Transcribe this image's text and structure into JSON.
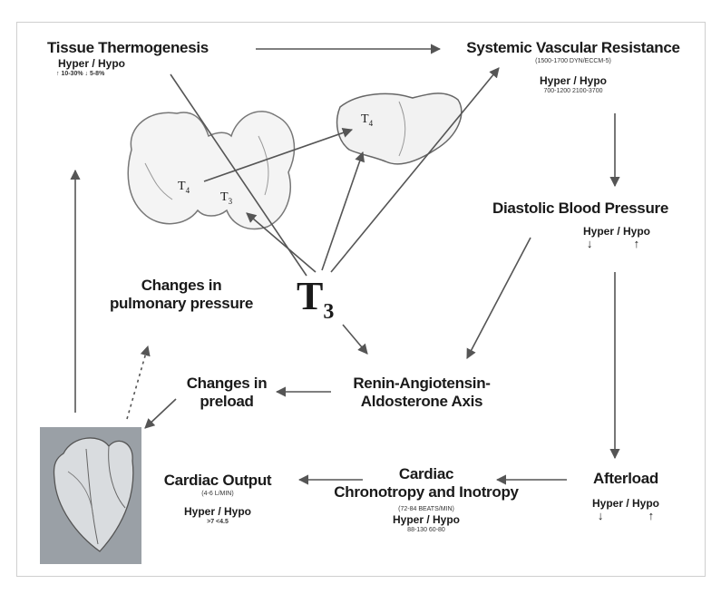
{
  "tissue": {
    "title": "Tissue Thermogenesis",
    "hyperhypo": "Hyper / Hypo",
    "values": "↑ 10-30%  ↓ 5-8%"
  },
  "svr": {
    "title": "Systemic Vascular Resistance",
    "units": "(1500-1700 DYN/ECCM-5)",
    "hyperhypo": "Hyper / Hypo",
    "values": "700-1200    2100-3700"
  },
  "dbp": {
    "title": "Diastolic Blood Pressure",
    "hyperhypo": "Hyper / Hypo",
    "up": "↓",
    "down": "↑"
  },
  "pulm": {
    "line1": "Changes in",
    "line2": "pulmonary pressure"
  },
  "preload": {
    "line1": "Changes in",
    "line2": "preload"
  },
  "raas": {
    "line1": "Renin-Angiotensin-",
    "line2": "Aldosterone Axis"
  },
  "co": {
    "title": "Cardiac Output",
    "units": "(4-6 L/MIN)",
    "hyperhypo": "Hyper / Hypo",
    "values": ">7        <4.5"
  },
  "chrono": {
    "line1": "Cardiac",
    "line2": "Chronotropy and Inotropy",
    "units": "(72-84 BEATS/MIN)",
    "hyperhypo": "Hyper / Hypo",
    "values": "88-130   60-80"
  },
  "afterload": {
    "title": "Afterload",
    "hyperhypo": "Hyper /  Hypo",
    "up": "↓",
    "down": "↑"
  },
  "t3": {
    "base": "T",
    "sub": "3"
  },
  "organs": {
    "t4_thyroid": "T4",
    "t3_thyroid": "T3",
    "t4_liver": "T4"
  },
  "colors": {
    "arrow": "#555555",
    "text": "#1a1a1a",
    "frame": "#cfcfcf",
    "heart": "#9aa0a6"
  }
}
